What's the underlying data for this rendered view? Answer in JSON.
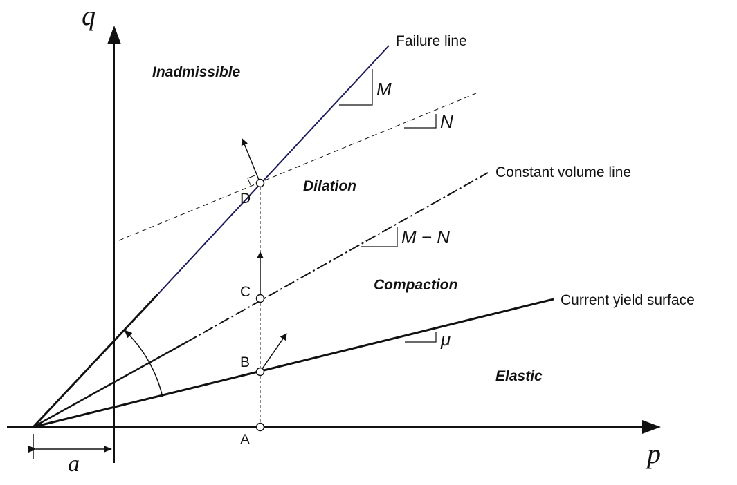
{
  "axes": {
    "q": "q",
    "p": "p",
    "offset": "a"
  },
  "points": {
    "A": "A",
    "B": "B",
    "C": "C",
    "D": "D"
  },
  "lines": {
    "failure": "Failure line",
    "constant_volume": "Constant volume line",
    "yield": "Current yield surface"
  },
  "regions": {
    "inadmissible": "Inadmissible",
    "dilation": "Dilation",
    "compaction": "Compaction",
    "elastic": "Elastic"
  },
  "slopes": {
    "failure": "M",
    "dilatancy": "N",
    "constant_volume": "M − N",
    "yield": "μ"
  },
  "colors": {
    "failure_line": "#1c1a5e",
    "ink": "#111111"
  }
}
